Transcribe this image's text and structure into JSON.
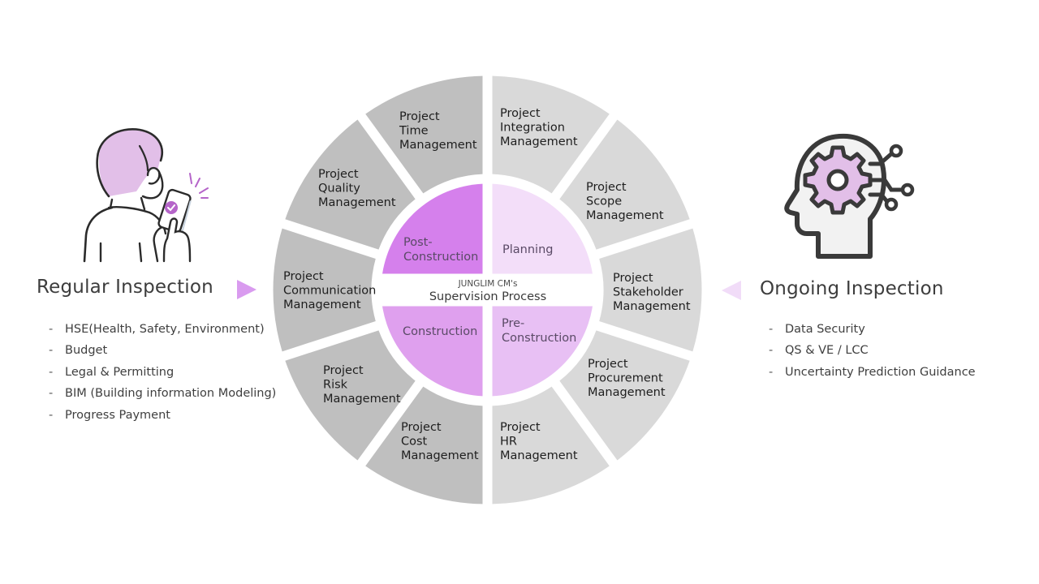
{
  "left_panel": {
    "title": "Regular Inspection",
    "illustration": "person-checking-phone-icon",
    "arrow": "arrow-right-icon",
    "items": [
      "HSE(Health, Safety, Environment)",
      "Budget",
      "Legal & Permitting",
      "BIM (Building information Modeling)",
      "Progress Payment"
    ],
    "bullet": "-"
  },
  "right_panel": {
    "title": "Ongoing Inspection",
    "illustration": "head-gear-circuit-icon",
    "arrow": "arrow-left-icon",
    "items": [
      "Data Security",
      "QS & VE / LCC",
      "Uncertainty Prediction Guidance"
    ],
    "bullet": "-"
  },
  "wheel": {
    "center": {
      "subtitle": "JUNGLIM CM's",
      "title": "Supervision Process"
    },
    "phases": [
      {
        "lines": [
          "Post-",
          "Construction"
        ],
        "color": "#d580ec",
        "quadrant": "top-left"
      },
      {
        "lines": [
          "Planning"
        ],
        "color": "#f3def9",
        "quadrant": "top-right"
      },
      {
        "lines": [
          "Construction"
        ],
        "color": "#dfa0ee",
        "quadrant": "bottom-left"
      },
      {
        "lines": [
          "Pre-",
          "Construction"
        ],
        "color": "#e8c0f4",
        "quadrant": "bottom-right"
      }
    ],
    "areas": [
      {
        "lines": [
          "Project",
          "Integration",
          "Management"
        ],
        "side": "right"
      },
      {
        "lines": [
          "Project",
          "Scope",
          "Management"
        ],
        "side": "right"
      },
      {
        "lines": [
          "Project",
          "Stakeholder",
          "Management"
        ],
        "side": "right"
      },
      {
        "lines": [
          "Project",
          "Procurement",
          "Management"
        ],
        "side": "right"
      },
      {
        "lines": [
          "Project",
          "HR",
          "Management"
        ],
        "side": "right"
      },
      {
        "lines": [
          "Project",
          "Cost",
          "Management"
        ],
        "side": "left"
      },
      {
        "lines": [
          "Project",
          "Risk",
          "Management"
        ],
        "side": "left"
      },
      {
        "lines": [
          "Project",
          "Communication",
          "Management"
        ],
        "side": "left"
      },
      {
        "lines": [
          "Project",
          "Quality",
          "Management"
        ],
        "side": "left"
      },
      {
        "lines": [
          "Project",
          "Time",
          "Management"
        ],
        "side": "left"
      }
    ],
    "colors": {
      "left_segments": "#bfbfbf",
      "right_segments": "#d9d9d9"
    }
  },
  "colors": {
    "accent_purple": "#d99bef",
    "accent_light_purple": "#f1dcf8",
    "text_dark": "#3d3d3d"
  }
}
